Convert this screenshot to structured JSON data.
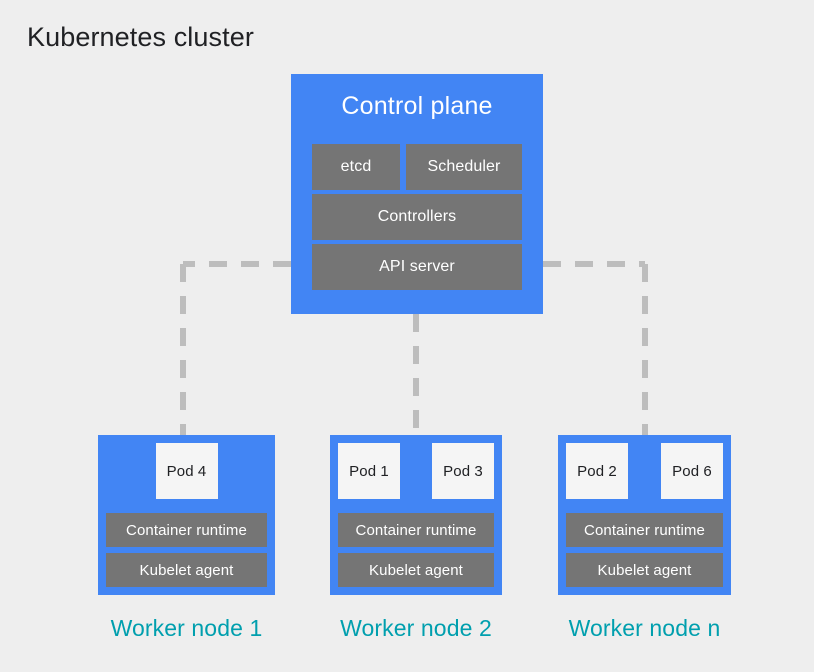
{
  "page": {
    "title": "Kubernetes cluster",
    "background_color": "#eeeeee"
  },
  "colors": {
    "node_blue": "#4285f4",
    "component_gray": "#757575",
    "pod_white": "#f5f5f5",
    "label_teal": "#009fae",
    "connector_gray": "#bdbdbd",
    "title_black": "#202124"
  },
  "control_plane": {
    "title": "Control plane",
    "components": {
      "etcd": "etcd",
      "scheduler": "Scheduler",
      "controllers": "Controllers",
      "api_server": "API server"
    }
  },
  "worker_nodes": [
    {
      "label": "Worker node 1",
      "pods": [
        "Pod 4"
      ],
      "container_runtime": "Container runtime",
      "kubelet_agent": "Kubelet agent"
    },
    {
      "label": "Worker node 2",
      "pods": [
        "Pod 1",
        "Pod 3"
      ],
      "container_runtime": "Container runtime",
      "kubelet_agent": "Kubelet agent"
    },
    {
      "label": "Worker node n",
      "pods": [
        "Pod 2",
        "Pod 6"
      ],
      "container_runtime": "Container runtime",
      "kubelet_agent": "Kubelet agent"
    }
  ],
  "connectors": {
    "style": "dashed",
    "description": "API server connects horizontally left and right, then drops vertically to worker node 1 and worker node n; a vertical dashed line drops from the control plane bottom to worker node 2."
  }
}
